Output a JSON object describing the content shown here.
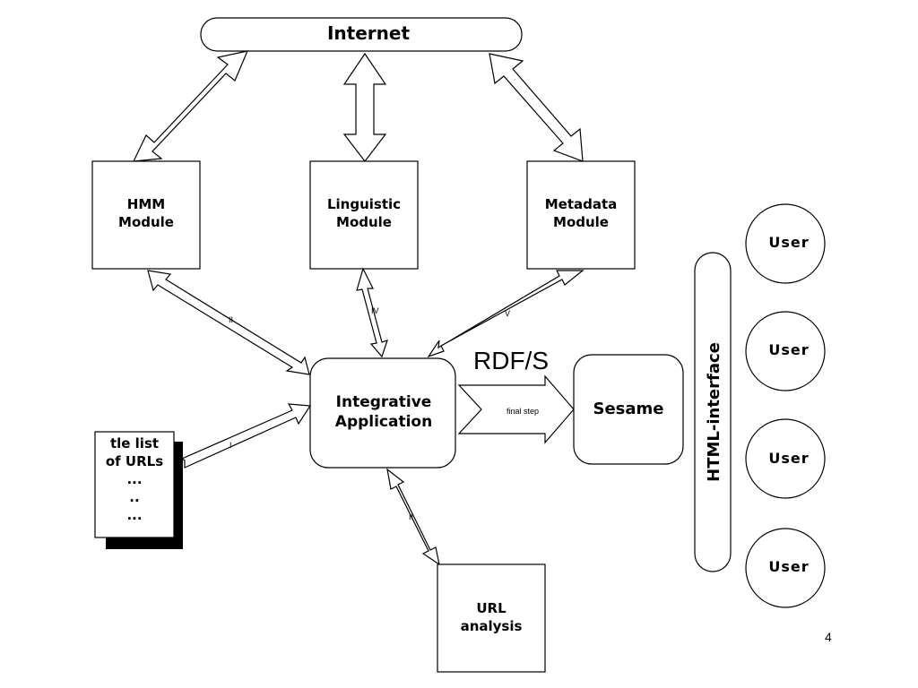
{
  "internet": {
    "label": "Internet"
  },
  "modules": {
    "hmm": {
      "line1": "HMM",
      "line2": "Module"
    },
    "linguistic": {
      "line1": "Linguistic",
      "line2": "Module"
    },
    "metadata": {
      "line1": "Metadata",
      "line2": "Module"
    }
  },
  "integrative": {
    "line1": "Integrative",
    "line2": "Application"
  },
  "sesame": {
    "label": "Sesame"
  },
  "rdf": {
    "label": "RDF/S"
  },
  "final_step": {
    "label": "final step"
  },
  "url_analysis": {
    "line1": "URL",
    "line2": "analysis"
  },
  "url_list": {
    "line1": "tle list",
    "line2": "of URLs",
    "line3": "...",
    "line4": "..",
    "line5": "..."
  },
  "html_interface": {
    "label": "HTML-interface"
  },
  "users": [
    "User",
    "User",
    "User",
    "User"
  ],
  "page_number": "4",
  "arrow_marks": {
    "hmm": "II",
    "linguistic": "IV",
    "metadata": "V",
    "url_list": "I",
    "url_analysis": "II"
  }
}
